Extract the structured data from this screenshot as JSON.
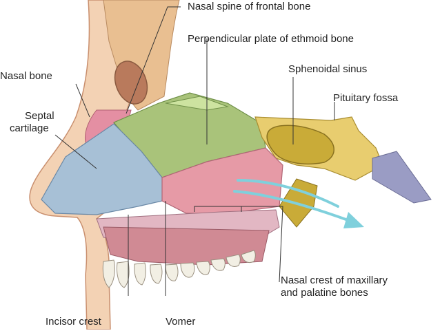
{
  "labels": {
    "nasal_spine": "Nasal spine of frontal bone",
    "perpendicular_plate": "Perpendicular plate of ethmoid bone",
    "nasal_bone": "Nasal bone",
    "sphenoidal_sinus": "Sphenoidal sinus",
    "pituitary_fossa": "Pituitary fossa",
    "septal_cartilage_1": "Septal",
    "septal_cartilage_2": "cartilage",
    "nasal_crest_1": "Nasal crest of maxillary",
    "nasal_crest_2": "and palatine bones",
    "incisor_crest": "Incisor crest",
    "vomer": "Vomer"
  },
  "colors": {
    "skin": "#f3d2b4",
    "skin_outline": "#c98f6e",
    "frontal_bone": "#e9bf91",
    "frontal_sinus": "#b97a5c",
    "nasal_bone": "#e48fa3",
    "septal_cartilage": "#a7c0d6",
    "ethmoid_plate": "#a9c37a",
    "vomer": "#e69aa6",
    "sphenoid": "#e8cd6f",
    "sphenoid_sinus": "#c9ab38",
    "clivus": "#9a9cc4",
    "palate": "#d08a94",
    "gum": "#b96a7a",
    "teeth": "#f2efe4",
    "airflow": "#7fd0dc",
    "leader": "#333333"
  }
}
